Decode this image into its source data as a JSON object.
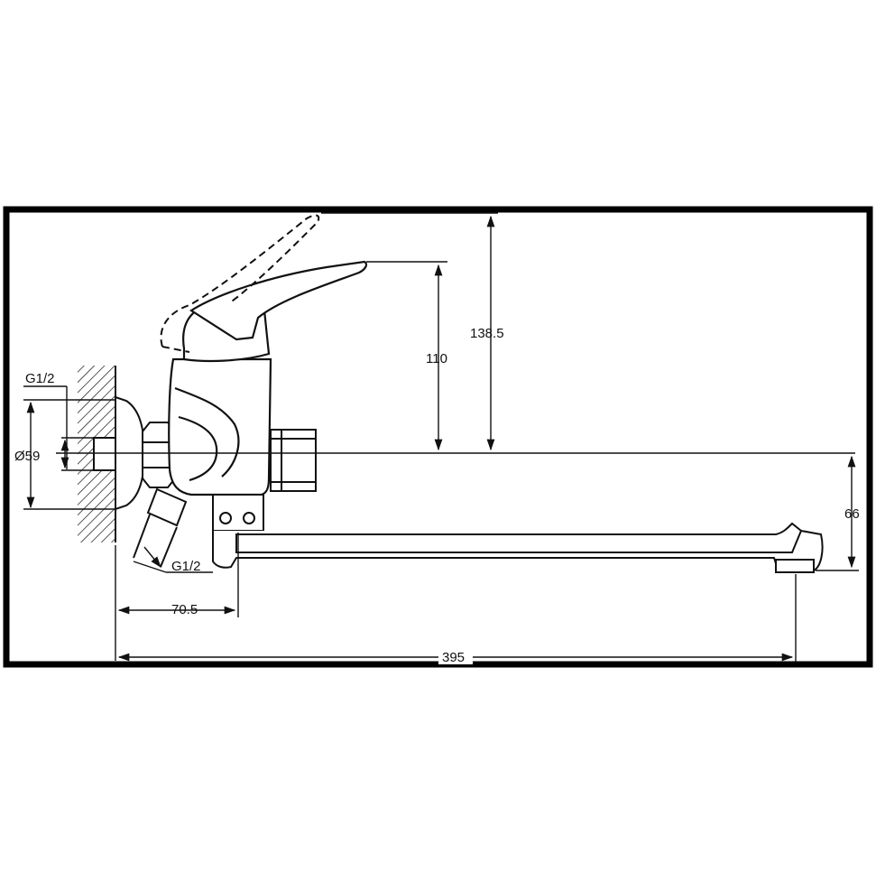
{
  "drawing": {
    "colors": {
      "line": "#111111",
      "frame": "#000000",
      "background": "#ffffff"
    },
    "labels": {
      "inlet_thread_top": "G1/2",
      "wall_flange_diameter": "Ø59",
      "inlet_thread_bottom": "G1/2",
      "handle_height": "110",
      "total_height": "138.5",
      "spout_drop": "66",
      "inlet_offset": "70.5",
      "spout_reach": "395"
    }
  }
}
